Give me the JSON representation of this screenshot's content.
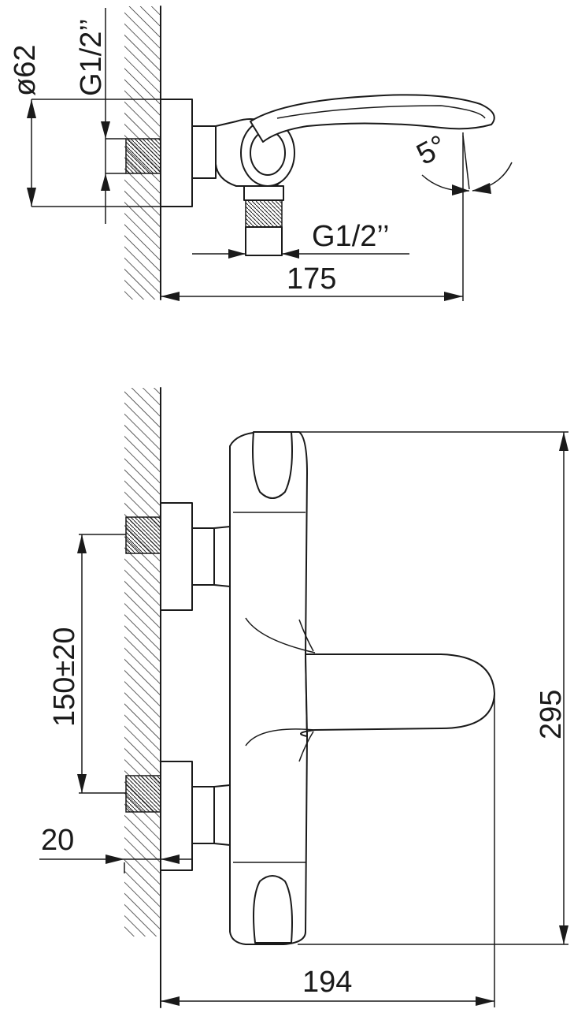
{
  "top_view": {
    "dim_diameter": "ø62",
    "dim_wall_thread": "G1/2’’",
    "dim_outlet_thread": "G1/2’’",
    "dim_length": "175",
    "dim_angle": "5°"
  },
  "front_view": {
    "dim_centers": "150±20",
    "dim_height": "295",
    "dim_offset": "20",
    "dim_width": "194"
  }
}
